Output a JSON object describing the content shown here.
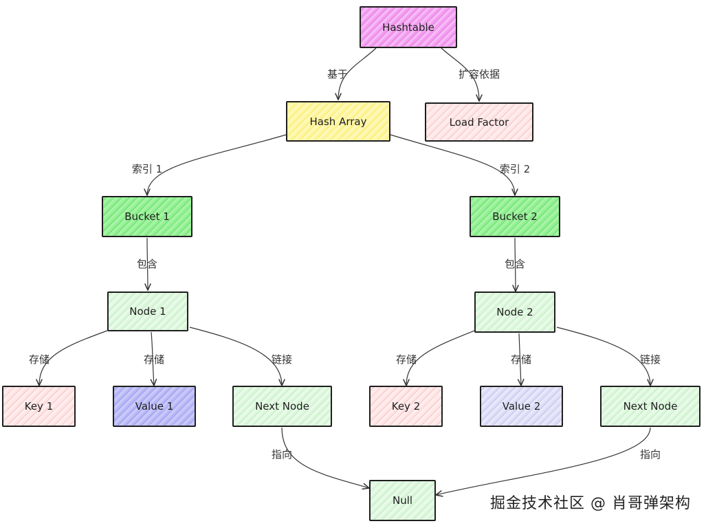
{
  "nodes": {
    "hashtable": "Hashtable",
    "hash_array": "Hash Array",
    "load_factor": "Load Factor",
    "bucket1": "Bucket 1",
    "bucket2": "Bucket 2",
    "node1": "Node 1",
    "node2": "Node 2",
    "key1": "Key 1",
    "value1": "Value 1",
    "next1": "Next Node",
    "key2": "Key 2",
    "value2": "Value 2",
    "next2": "Next Node",
    "null": "Null"
  },
  "edges": {
    "based_on": "基于",
    "resize_basis": "扩容依据",
    "index1": "索引 1",
    "index2": "索引 2",
    "contains1": "包含",
    "contains2": "包含",
    "store_key1": "存储",
    "store_value1": "存储",
    "link1": "链接",
    "store_key2": "存储",
    "store_value2": "存储",
    "link2": "链接",
    "points_to1": "指向",
    "points_to2": "指向"
  },
  "watermark": "掘金技术社区 @ 肖哥弹架构",
  "colors": {
    "magenta": "#f29cf0",
    "yellow": "#fff59a",
    "pink": "#ffe4e4",
    "green": "#8ff08f",
    "light_green": "#dcf7dc",
    "blue": "#b7b7f7",
    "light_blue": "#dcdcf7",
    "stroke": "#1e1e1e"
  }
}
